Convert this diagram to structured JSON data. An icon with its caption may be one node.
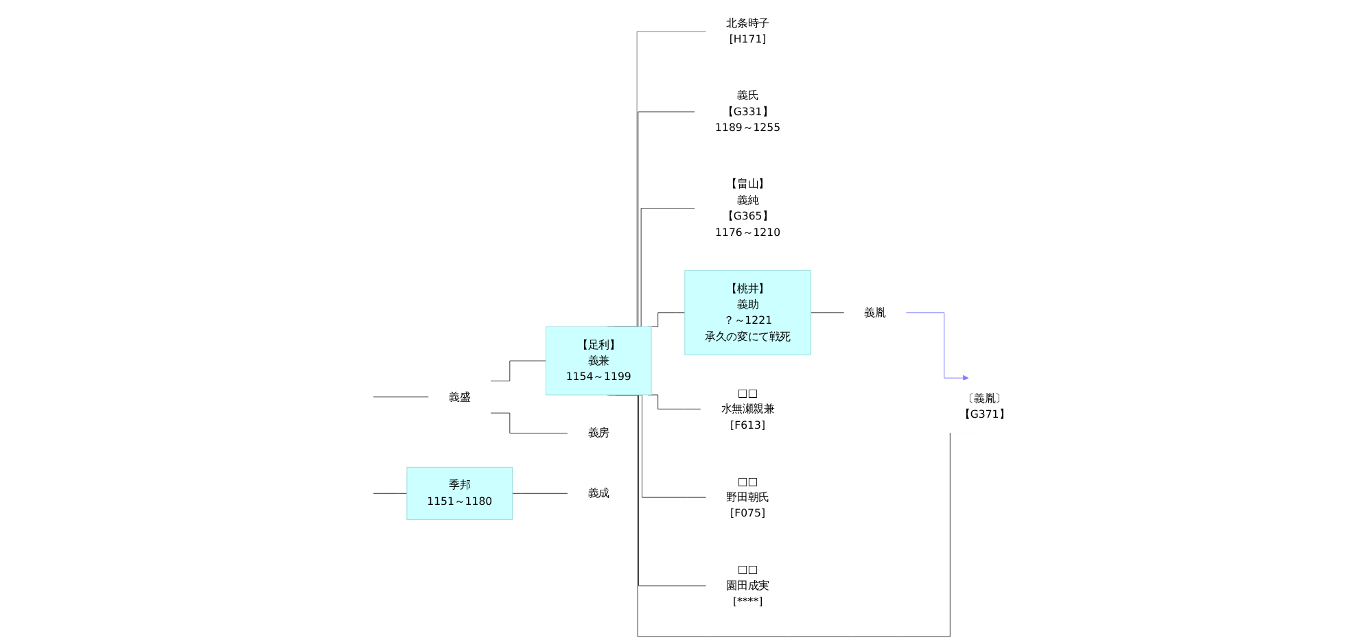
{
  "diagram": {
    "nodes": [
      {
        "text": [
          "義盛"
        ]
      },
      {
        "text": [
          "季邦",
          "1151～1180"
        ]
      },
      {
        "text": [
          "【足利】",
          "義兼",
          "1154～1199"
        ]
      },
      {
        "text": [
          "北条時子",
          "[H171]"
        ]
      },
      {
        "text": [
          "義房"
        ]
      },
      {
        "text": [
          "義成"
        ]
      },
      {
        "text": [
          "義氏",
          "【G331】",
          "1189～1255"
        ]
      },
      {
        "text": [
          "【畠山】",
          "義純",
          "【G365】",
          "1176～1210"
        ]
      },
      {
        "text": [
          "【桃井】",
          "義助",
          "？～1221",
          "承久の変にて戦死"
        ]
      },
      {
        "text": [
          "義胤"
        ]
      },
      {
        "text": [
          "〔義胤〕",
          "【G371】"
        ]
      },
      {
        "text": [
          "□□",
          "水無瀬親兼",
          "[F613]"
        ]
      },
      {
        "text": [
          "□□",
          "野田朝氏",
          "[F075]"
        ]
      },
      {
        "text": [
          "□□",
          "園田成実",
          "[****]"
        ]
      }
    ],
    "edges": [
      {
        "from": null,
        "to": 0,
        "arrow": "none"
      },
      {
        "from": null,
        "to": 1,
        "arrow": "none"
      },
      {
        "from": 0,
        "to": 2,
        "arrow": "none"
      },
      {
        "from": 0,
        "to": 4,
        "arrow": "none"
      },
      {
        "from": 1,
        "to": 5,
        "arrow": "none"
      },
      {
        "from": 2,
        "to": 3,
        "arrow": "none",
        "color": "#808080"
      },
      {
        "from": 2,
        "to": 6,
        "arrow": "none"
      },
      {
        "from": 2,
        "to": 7,
        "arrow": "none"
      },
      {
        "from": 2,
        "to": 8,
        "arrow": "none"
      },
      {
        "from": 8,
        "to": 9,
        "arrow": "none"
      },
      {
        "from": 9,
        "to": 10,
        "arrow": "to",
        "color": "#8080ff"
      },
      {
        "from": 2,
        "to": 10,
        "arrow": "none"
      },
      {
        "from": 2,
        "to": 11,
        "arrow": "none"
      },
      {
        "from": 2,
        "to": 12,
        "arrow": "none"
      },
      {
        "from": 2,
        "to": 13,
        "arrow": "none"
      }
    ]
  }
}
